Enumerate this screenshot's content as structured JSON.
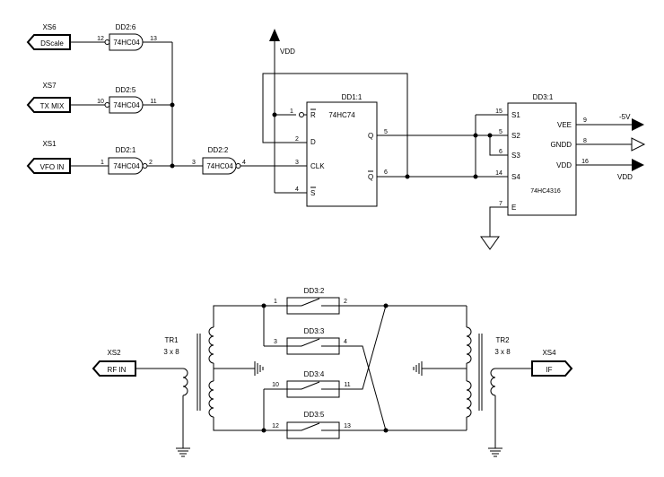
{
  "connectors": {
    "xs6": {
      "ref": "XS6",
      "label": "DScale"
    },
    "xs7": {
      "ref": "XS7",
      "label": "TX MIX"
    },
    "xs1": {
      "ref": "XS1",
      "label": "VFO IN"
    },
    "xs2": {
      "ref": "XS2",
      "label": "RF IN"
    },
    "xs4": {
      "ref": "XS4",
      "label": "IF"
    }
  },
  "inverters": {
    "dd2_6": {
      "ref": "DD2:6",
      "part": "74HC04",
      "pin_in": "12",
      "pin_out": "13"
    },
    "dd2_5": {
      "ref": "DD2:5",
      "part": "74HC04",
      "pin_in": "10",
      "pin_out": "11"
    },
    "dd2_1": {
      "ref": "DD2:1",
      "part": "74HC04",
      "pin_in": "1",
      "pin_out": "2"
    },
    "dd2_2": {
      "ref": "DD2:2",
      "part": "74HC04",
      "pin_in": "3",
      "pin_out": "4"
    }
  },
  "flipflop": {
    "ref": "DD1:1",
    "part": "74HC74",
    "pins": {
      "r": "1",
      "d": "2",
      "clk": "3",
      "s": "4",
      "q": "5",
      "qn": "6"
    },
    "labels": {
      "r": "R",
      "d": "D",
      "clk": "CLK",
      "s": "S",
      "q": "Q",
      "qn": "Q"
    }
  },
  "vdd_top": "VDD",
  "switch_ic": {
    "ref": "DD3:1",
    "part": "74HC4316",
    "left_pins": {
      "s1": "15",
      "s2": "5",
      "s3": "6",
      "s4": "14",
      "e": "7"
    },
    "left_labels": {
      "s1": "S1",
      "s2": "S2",
      "s3": "S3",
      "s4": "S4",
      "e": "E"
    },
    "right_pins": {
      "vee": "9",
      "gndd": "8",
      "vdd": "16"
    },
    "right_labels": {
      "vee": "VEE",
      "gndd": "GNDD",
      "vdd": "VDD"
    },
    "rails": {
      "vee": "-5V",
      "vdd": "VDD"
    }
  },
  "switches": {
    "s2": {
      "ref": "DD3:2",
      "pin_a": "1",
      "pin_b": "2"
    },
    "s3": {
      "ref": "DD3:3",
      "pin_a": "3",
      "pin_b": "4"
    },
    "s4": {
      "ref": "DD3:4",
      "pin_a": "10",
      "pin_b": "11"
    },
    "s5": {
      "ref": "DD3:5",
      "pin_a": "12",
      "pin_b": "13"
    }
  },
  "transformers": {
    "tr1": {
      "ref": "TR1",
      "turns": "3 x 8"
    },
    "tr2": {
      "ref": "TR2",
      "turns": "3 x 8"
    }
  }
}
